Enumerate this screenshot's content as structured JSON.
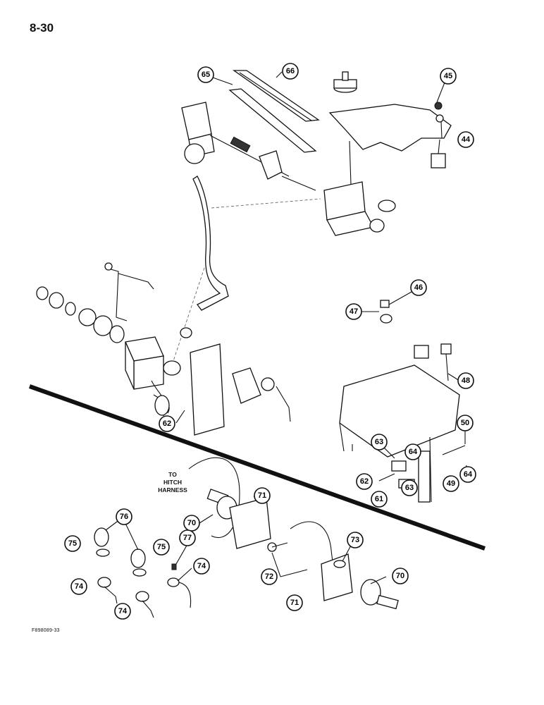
{
  "page": {
    "number": "8-30",
    "figure_id": "F898089-33"
  },
  "note": {
    "line1": "TO",
    "line2": "HITCH",
    "line3": "HARNESS"
  },
  "callouts": [
    "65",
    "66",
    "45",
    "44",
    "46",
    "47",
    "48",
    "50",
    "63",
    "64",
    "62",
    "61",
    "49",
    "63b",
    "64b",
    "62b",
    "71",
    "70",
    "76",
    "75",
    "77",
    "74",
    "73",
    "72",
    "71b",
    "70b",
    "75b",
    "74b",
    "74c"
  ],
  "labels": {
    "c65": "65",
    "c66": "66",
    "c45": "45",
    "c44": "44",
    "c46": "46",
    "c47": "47",
    "c48": "48",
    "c50": "50",
    "c63a": "63",
    "c64a": "64",
    "c62a": "62",
    "c61": "61",
    "c63b": "63",
    "c49": "49",
    "c64b": "64",
    "c62b": "62",
    "c71a": "71",
    "c70a": "70",
    "c76": "76",
    "c75a": "75",
    "c77": "77",
    "c74a": "74",
    "c73": "73",
    "c72": "72",
    "c71b": "71",
    "c70b": "70",
    "c75b": "75",
    "c74b": "74",
    "c74c": "74"
  }
}
